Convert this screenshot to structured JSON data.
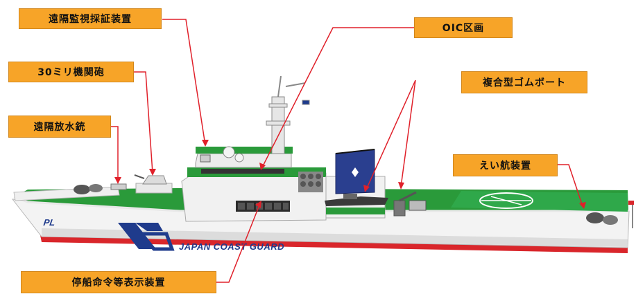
{
  "labels": {
    "remote_surveillance": "遠隔監視採証装置",
    "oic": "OIC区画",
    "gun_30mm": "30ミリ機関砲",
    "rib_boat": "複合型ゴムボート",
    "water_cannon": "遠隔放水銃",
    "towing_gear": "えい航装置",
    "stop_order_display": "停船命令等表示装置"
  },
  "hull": {
    "name": "JAPAN COAST GUARD",
    "pl_mark": "PL"
  },
  "colors": {
    "callout_fill": "#f7a428",
    "leader_line": "#e0202a",
    "deck_green": "#2a9a3a",
    "hull_white": "#f4f4f4",
    "hull_red": "#d9262b",
    "jcg_navy": "#1f3b8c",
    "radar_blue": "#2a3f8f"
  }
}
